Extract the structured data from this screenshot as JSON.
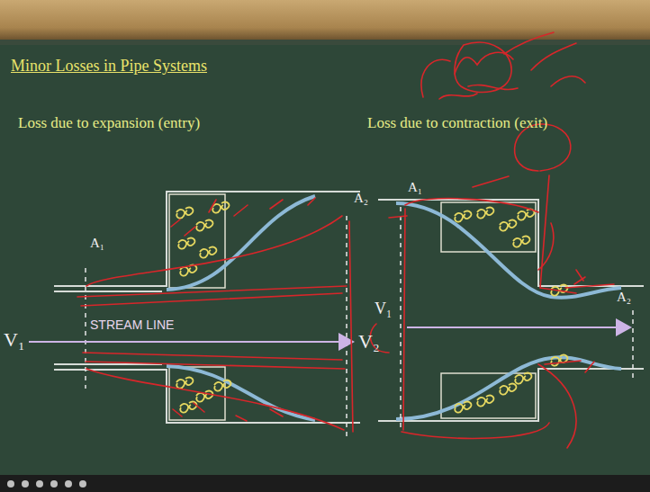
{
  "diagram": {
    "title": "Minor Losses in Pipe Systems",
    "labels": [
      "Loss due to expansion (entry)",
      "Loss due to contraction (exit)",
      "A₂",
      "A₁",
      "A₁",
      "V₁",
      "STREAM LINE",
      "V₂",
      "V₁",
      "A₂"
    ]
  }
}
